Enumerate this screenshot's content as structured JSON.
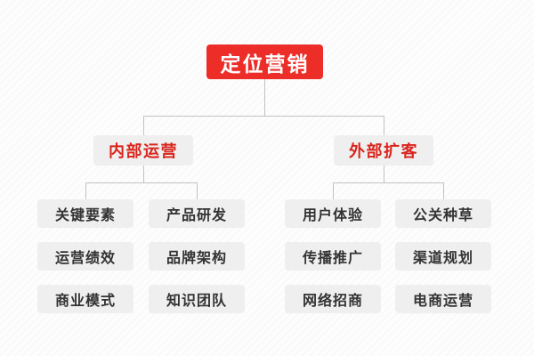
{
  "diagram": {
    "title": "定位营销",
    "type": "organization-tree",
    "colors": {
      "root_background": "#ec2d28",
      "root_text": "#ffffff",
      "branch_background": "#efefef",
      "branch_text": "#d9241c",
      "leaf_background": "#efefef",
      "leaf_text": "#333333",
      "connector": "#c2c2c2",
      "page_background": "#fdfdfd"
    },
    "root": {
      "label": "定位营销"
    },
    "branches": [
      {
        "label": "内部运营",
        "columns": [
          {
            "items": [
              "关键要素",
              "运营绩效",
              "商业模式"
            ]
          },
          {
            "items": [
              "产品研发",
              "品牌架构",
              "知识团队"
            ]
          }
        ]
      },
      {
        "label": "外部扩客",
        "columns": [
          {
            "items": [
              "用户体验",
              "传播推广",
              "网络招商"
            ]
          },
          {
            "items": [
              "公关种草",
              "渠道规划",
              "电商运营"
            ]
          }
        ]
      }
    ]
  }
}
